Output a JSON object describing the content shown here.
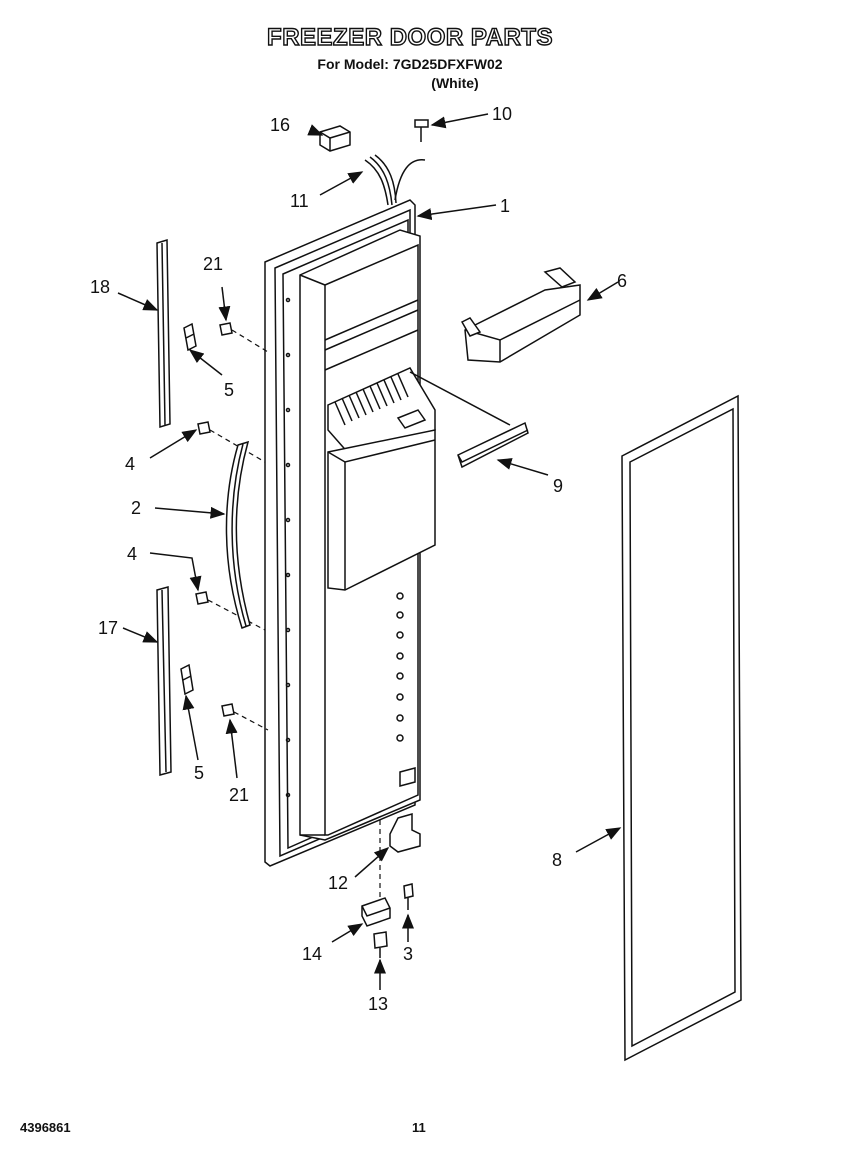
{
  "header": {
    "title": "FREEZER DOOR PARTS",
    "model_line": "For Model: 7GD25DFXFW02",
    "variant": "(White)"
  },
  "footer": {
    "part_number": "4396861",
    "page_number": "11"
  },
  "callouts": {
    "c1": "1",
    "c2": "2",
    "c3": "3",
    "c4a": "4",
    "c4b": "4",
    "c5a": "5",
    "c5b": "5",
    "c6": "6",
    "c8": "8",
    "c9": "9",
    "c10": "10",
    "c11": "11",
    "c12": "12",
    "c13": "13",
    "c14": "14",
    "c16": "16",
    "c17": "17",
    "c18": "18",
    "c21a": "21",
    "c21b": "21"
  }
}
